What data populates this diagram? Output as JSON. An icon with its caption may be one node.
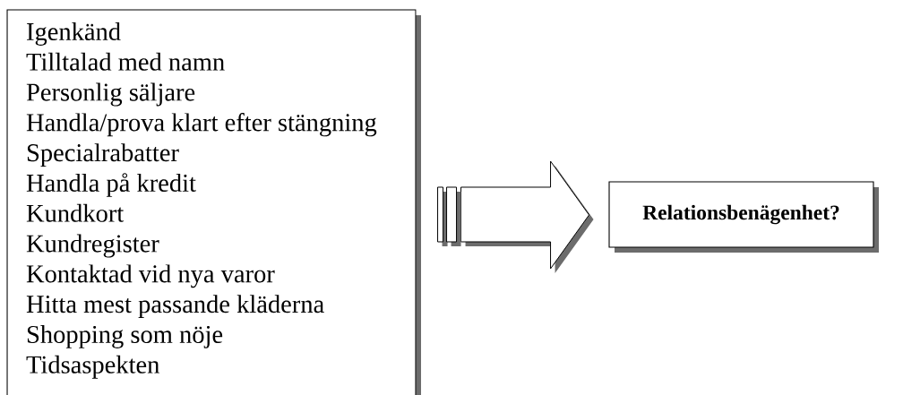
{
  "diagram": {
    "nodes": [
      {
        "text": [
          "Igenkänd",
          "Tilltalad med namn",
          "Personlig säljare",
          "Handla/prova klart efter stängning",
          "Specialrabatter",
          "Handla på kredit",
          "Kundkort",
          "Kundregister",
          "Kontaktad vid nya varor",
          "Hitta mest passande kläderna",
          "Shopping som nöje",
          "Tidsaspekten"
        ]
      },
      {
        "text": [
          "Relationsbenägenhet?"
        ]
      }
    ],
    "edges": [
      {
        "from": 0,
        "to": 1,
        "arrow": "to"
      }
    ]
  }
}
